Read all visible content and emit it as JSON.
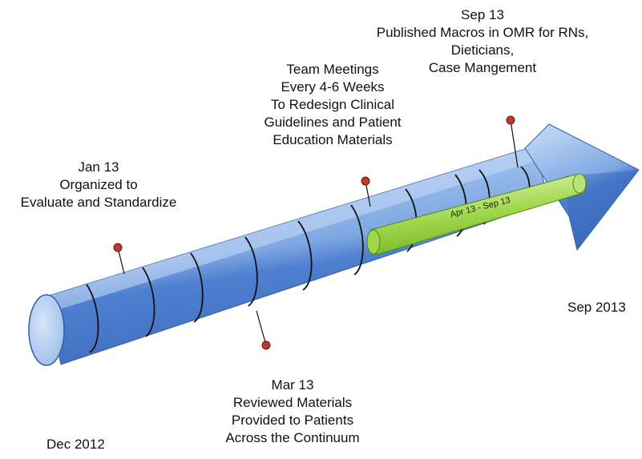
{
  "timeline": {
    "start_label": "Dec 2012",
    "end_label": "Sep 2013",
    "bar_label": "Apr 13 - Sep 13",
    "colors": {
      "arrow_body": "#4f7fd0",
      "arrow_light": "#9fc0ec",
      "arrow_edge": "#2e5fa8",
      "ring": "#111111",
      "bar": "#8fcf3a",
      "marker": "#c0392b"
    },
    "milestones": [
      {
        "date": "Jan 13",
        "lines": [
          "Organized to",
          "Evaluate and Standardize"
        ]
      },
      {
        "date": "Mar 13",
        "lines": [
          "Reviewed Materials",
          "Provided to Patients",
          "Across the Continuum"
        ]
      },
      {
        "date": "",
        "lines": [
          "Team Meetings",
          "Every 4-6 Weeks",
          "To Redesign Clinical",
          "Guidelines and Patient",
          "Education Materials"
        ]
      },
      {
        "date": "Sep 13",
        "lines": [
          "Published Macros in OMR for RNs,",
          "Dieticians,",
          "Case Mangement"
        ]
      }
    ]
  }
}
